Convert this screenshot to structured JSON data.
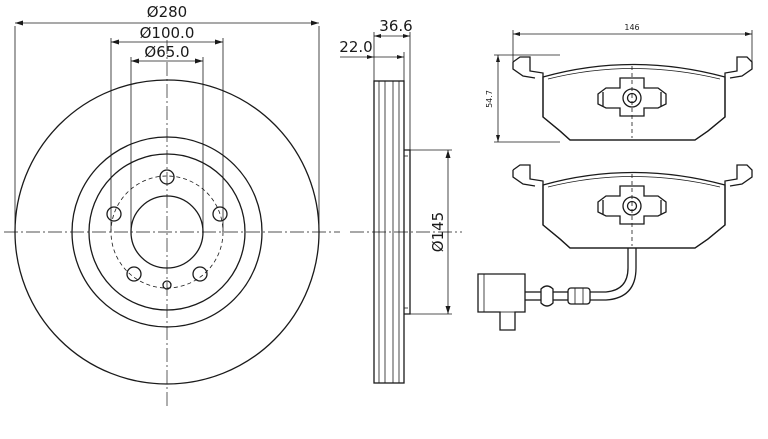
{
  "disc_front": {
    "dia_outer": "Ø280",
    "dia_pcd": "Ø100.0",
    "dia_hub": "Ø65.0"
  },
  "disc_side": {
    "thickness_total": "36.6",
    "thickness_disc": "22.0",
    "dia_hat": "Ø145"
  },
  "pad": {
    "width": "146",
    "height": "54.7"
  }
}
